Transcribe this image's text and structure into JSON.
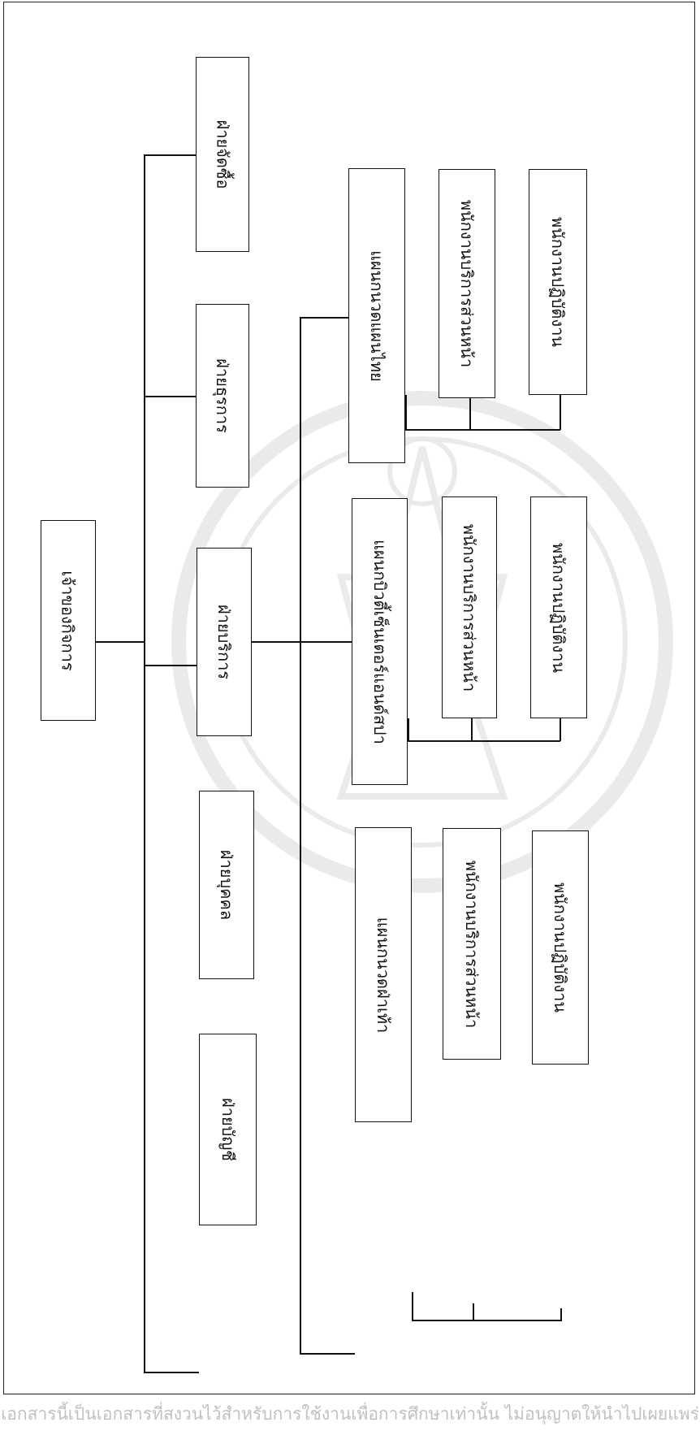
{
  "org_chart": {
    "owner": "เจ้าของกิจการ",
    "departments": {
      "accounting": "ฝ่ายบัญชี",
      "personnel": "ฝ่ายบุคคล",
      "service": "ฝ่ายบริการ",
      "business": "ฝ่ายธุรการ",
      "purchasing": "ฝ่ายจัดซื้อ"
    },
    "sections": {
      "thai_massage": "แผนกนวดแผนไทย",
      "beauty_center": "แผนกบิวตี้เซ็นเตอร์แอนด์สปา",
      "foot_massage": "แผนกนวดฝ่าเท้า"
    },
    "staff": {
      "front_service": "พนักงานบริการส่วนหน้า",
      "operations": "พนักงานปฏิบัติงาน"
    }
  },
  "footer_text": "เอกสารนี้เป็นเอกสารที่สงวนไว้สำหรับการใช้งานเพื่อการศึกษาเท่านั้น ไม่อนุญาตให้นำไปเผยแพร่"
}
